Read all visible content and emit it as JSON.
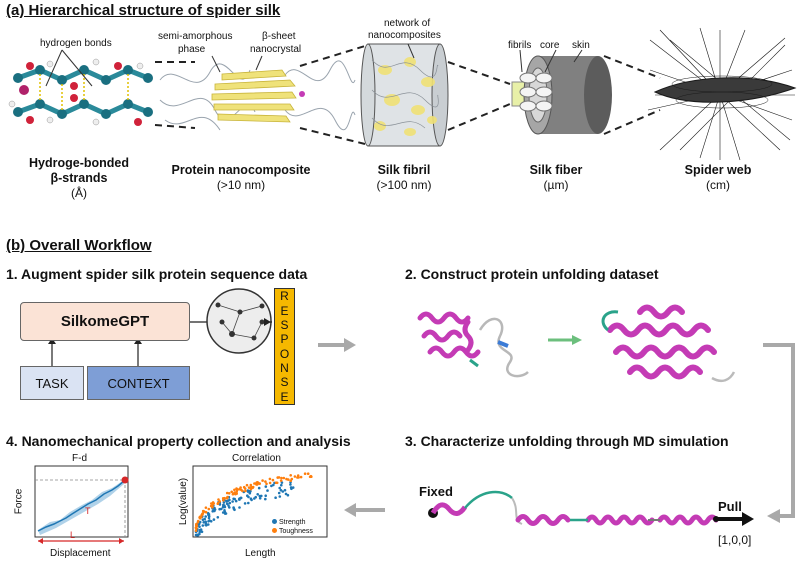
{
  "section_a": {
    "title": "(a) Hierarchical structure of spider silk",
    "labels": {
      "hbonds": "hydrogen bonds",
      "semi1": "semi-amorphous",
      "semi2": "phase",
      "beta1": "β-sheet",
      "beta2": "nanocrystal",
      "net1": "network of",
      "net2": "nanocomposites",
      "fibrils": "fibrils",
      "core": "core",
      "skin": "skin"
    },
    "captions": [
      {
        "title1": "Hydroge-bonded",
        "title2": "β-strands",
        "scale": "(Å)"
      },
      {
        "title1": "Protein nanocomposite",
        "title2": "",
        "scale": "(>10 nm)"
      },
      {
        "title1": "Silk fibril",
        "title2": "",
        "scale": "(>100 nm)"
      },
      {
        "title1": "Silk fiber",
        "title2": "",
        "scale": "(µm)"
      },
      {
        "title1": "Spider web",
        "title2": "",
        "scale": "(cm)"
      }
    ]
  },
  "section_b": {
    "title": "(b) Overall Workflow",
    "step1": {
      "title": "1. Augment spider silk protein sequence data",
      "model": "SilkomeGPT",
      "task": "TASK",
      "context": "CONTEXT",
      "response": [
        "R",
        "E",
        "S",
        "P",
        "O",
        "N",
        "S",
        "E"
      ]
    },
    "step2": {
      "title": "2. Construct protein unfolding dataset"
    },
    "step3": {
      "title": "3. Characterize unfolding through MD simulation",
      "fixed": "Fixed",
      "pull": "Pull",
      "vector": "[1,0,0]"
    },
    "step4": {
      "title": "4. Nanomechanical property collection and analysis",
      "fd": {
        "title": "F-d",
        "xlabel": "Displacement",
        "ylabel": "Force",
        "t": "T",
        "l": "L"
      },
      "corr": {
        "title": "Correlation",
        "xlabel": "Length",
        "ylabel": "Log(value)",
        "legend": [
          "Strength",
          "Toughness"
        ]
      }
    }
  },
  "colors": {
    "gpt_box": "#fbe3d6",
    "task_box": "#dae3f3",
    "context_box": "#7e9ed6",
    "response_box": "#f5b800",
    "protein": "#c43bb5",
    "strength": "#1f77b4",
    "toughness": "#ff7f0e",
    "flow_arrow": "#a9a9a9"
  }
}
